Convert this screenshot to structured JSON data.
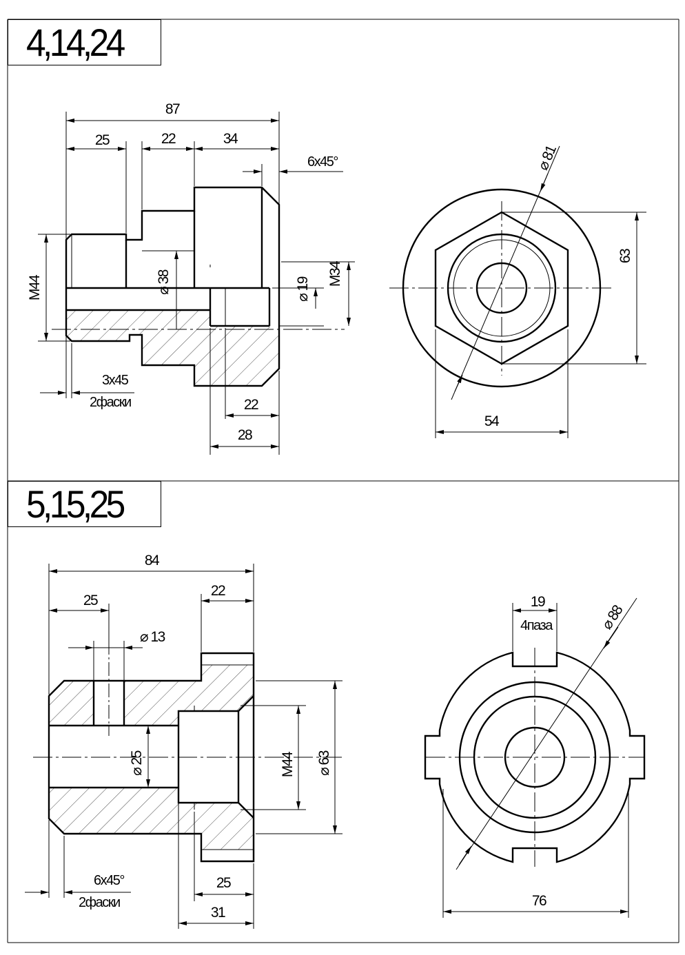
{
  "sheet": {
    "colors": {
      "line": "#000000",
      "background": "#ffffff"
    }
  },
  "variant_top": {
    "label": "4,14,24",
    "dims": {
      "overall_length": "87",
      "len_thread": "25",
      "len_mid": "22",
      "len_head": "34",
      "chamfer_head": "6x45°",
      "thread": "M44",
      "dia_mid": "⌀ 38",
      "dia_bore": "⌀ 19",
      "inner_thread": "M34",
      "chamfer_thread": "3x45",
      "chamfer_count": "2фаски",
      "depth_inner": "22",
      "depth_bore": "28",
      "hex_circle": "⌀ 81",
      "hex_height": "63",
      "hex_width": "54"
    }
  },
  "variant_bottom": {
    "label": "5,15,25",
    "dims": {
      "overall_length": "84",
      "len_head": "22",
      "hole_pos": "25",
      "hole_dia": "⌀ 13",
      "dia_bore": "⌀ 25",
      "inner_thread": "M44",
      "dia_outer": "⌀ 63",
      "chamfer": "6x45°",
      "chamfer_count": "2фаски",
      "depth_thread": "25",
      "depth_counterbore": "31",
      "slot_width": "19",
      "slot_count": "4паза",
      "outer_circle": "⌀ 88",
      "width": "76"
    }
  }
}
